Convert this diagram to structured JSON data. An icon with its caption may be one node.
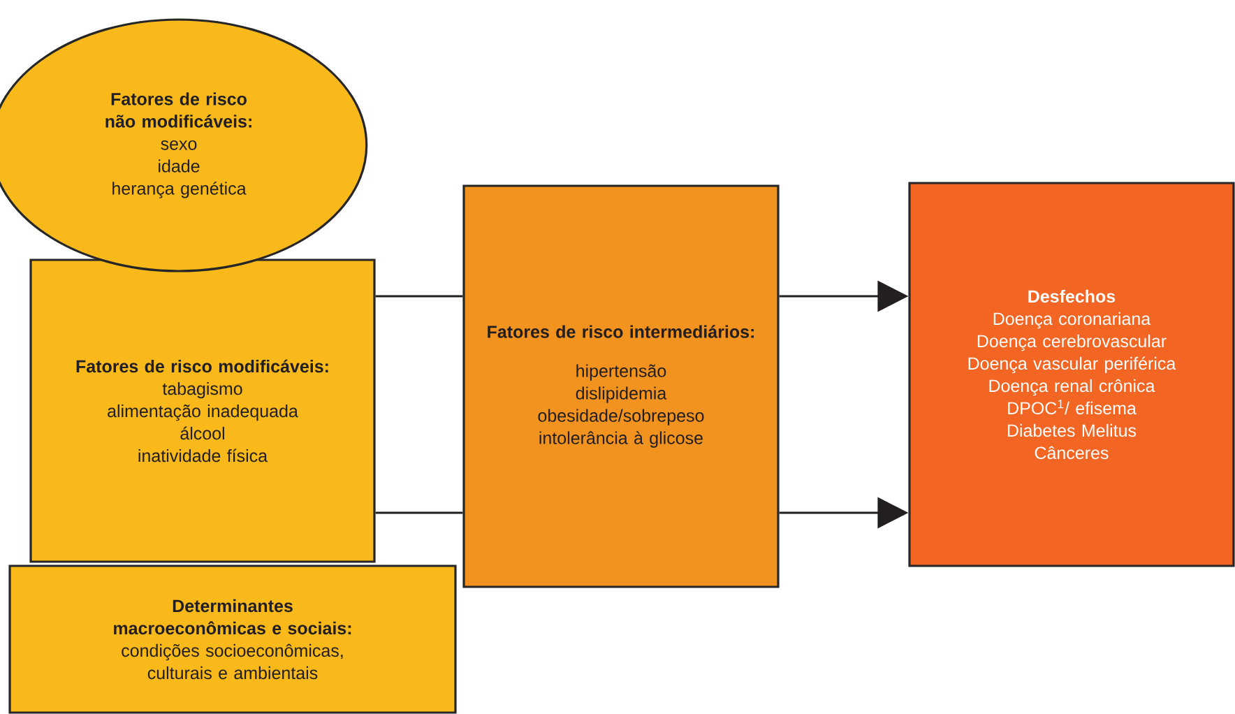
{
  "diagram": {
    "nodes": [
      {
        "text": [
          "Fatores de risco não modificáveis:",
          "sexo",
          "idade",
          "herança genética"
        ]
      },
      {
        "text": [
          "Fatores de risco modificáveis:",
          "tabagismo",
          "alimentação inadequada",
          "álcool",
          "inatividade física"
        ]
      },
      {
        "text": [
          "Determinantes macroeconômicas e sociais:",
          "condições socioeconômicas, culturais e ambientais"
        ]
      },
      {
        "text": [
          "Fatores de risco intermediários:",
          "hipertensão",
          "dislipidemia",
          "obesidade/sobrepeso",
          "intolerância à glicose"
        ]
      },
      {
        "text": [
          "Desfechos",
          "Doença coronariana",
          "Doença cerebrovascular",
          "Doença vascular periférica",
          "Doença renal crônica",
          "DPOC$^{1}$/ efisema",
          "Diabetes Melitus",
          "Cânceres"
        ]
      }
    ],
    "edges": [
      {
        "from": 1,
        "to": 3,
        "arrow": "none"
      },
      {
        "from": 1,
        "to": 3,
        "arrow": "none"
      },
      {
        "from": 3,
        "to": 4,
        "arrow": "to"
      },
      {
        "from": 3,
        "to": 4,
        "arrow": "to"
      }
    ]
  }
}
